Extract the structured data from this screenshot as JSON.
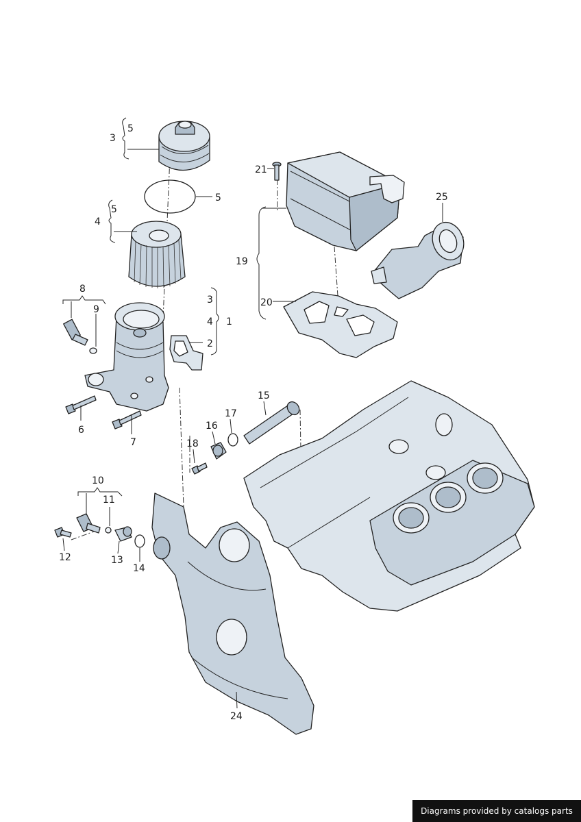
{
  "callouts": {
    "c1": "1",
    "c2": "2",
    "c3a": "3",
    "c3b": "3",
    "c4a": "4",
    "c4b": "4",
    "c5a": "5",
    "c5b": "5",
    "c5c": "5",
    "c6": "6",
    "c7": "7",
    "c8": "8",
    "c9": "9",
    "c10": "10",
    "c11": "11",
    "c12": "12",
    "c13": "13",
    "c14": "14",
    "c15": "15",
    "c16": "16",
    "c17": "17",
    "c18": "18",
    "c19": "19",
    "c20": "20",
    "c21": "21",
    "c24": "24",
    "c25": "25"
  },
  "footer": {
    "credit": "Diagrams provided by catalogs parts"
  }
}
